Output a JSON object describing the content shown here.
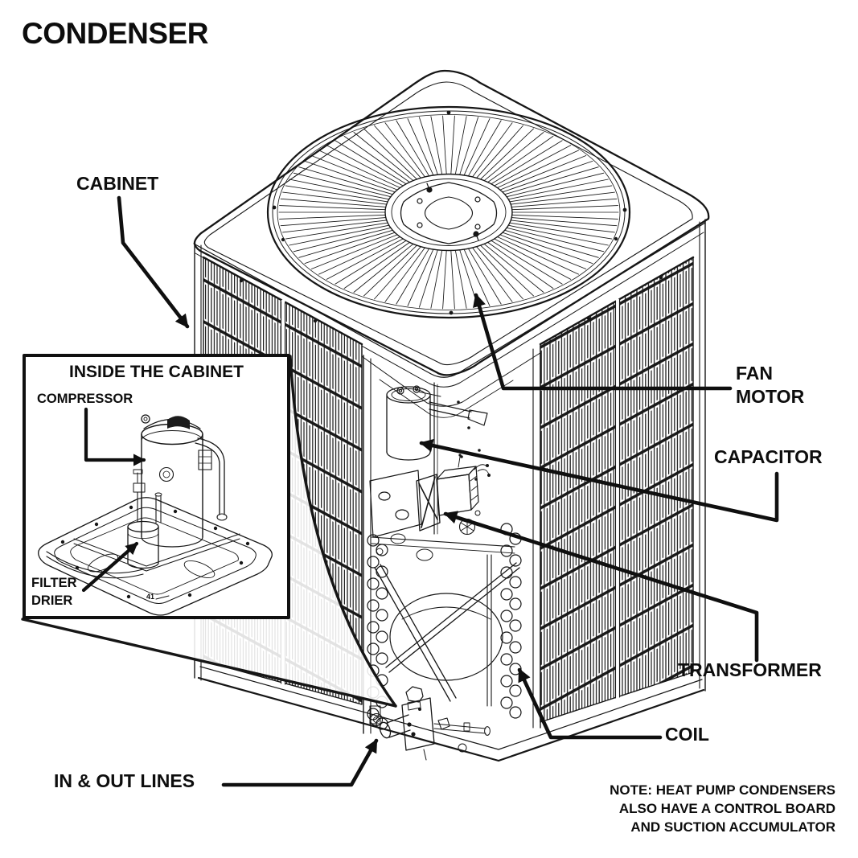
{
  "header": {
    "title": "CONDENSER"
  },
  "colors": {
    "ink": "#111111",
    "background": "#ffffff"
  },
  "labels": {
    "cabinet": "CABINET",
    "fan_motor_line1": "FAN",
    "fan_motor_line2": "MOTOR",
    "capacitor": "CAPACITOR",
    "transformer": "TRANSFORMER",
    "coil": "COIL",
    "in_out_lines": "IN & OUT LINES"
  },
  "inset": {
    "title": "INSIDE THE CABINET",
    "compressor": "COMPRESSOR",
    "filter_drier_line1": "FILTER",
    "filter_drier_line2": "DRIER",
    "part_number": "41"
  },
  "note": {
    "line1": "NOTE: HEAT PUMP CONDENSERS",
    "line2": "ALSO HAVE A CONTROL BOARD",
    "line3": "AND SUCTION ACCUMULATOR"
  }
}
